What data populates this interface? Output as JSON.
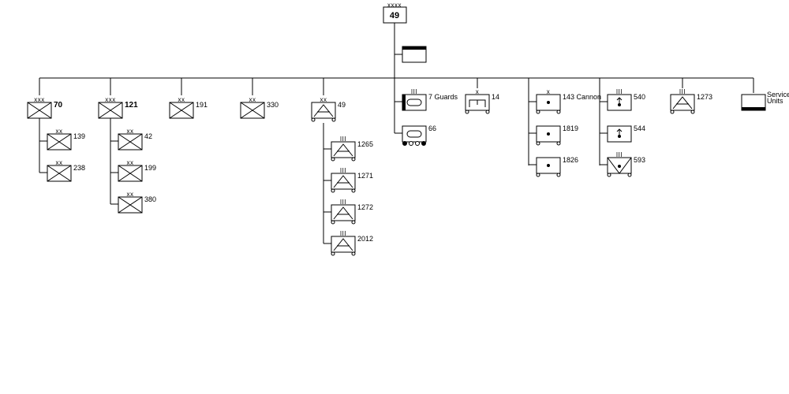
{
  "army": {
    "label": "49",
    "echelon": "xxxx"
  },
  "units": [
    {
      "key": "70",
      "label": "70",
      "echelon": "xxx",
      "symbol": "infantry",
      "bold": true
    },
    {
      "key": "139",
      "label": "139",
      "echelon": "xx",
      "symbol": "infantry"
    },
    {
      "key": "238",
      "label": "238",
      "echelon": "xx",
      "symbol": "infantry"
    },
    {
      "key": "121",
      "label": "121",
      "echelon": "xxx",
      "symbol": "infantry",
      "bold": true
    },
    {
      "key": "42",
      "label": "42",
      "echelon": "xx",
      "symbol": "infantry"
    },
    {
      "key": "199",
      "label": "199",
      "echelon": "xx",
      "symbol": "infantry"
    },
    {
      "key": "380",
      "label": "380",
      "echelon": "xx",
      "symbol": "infantry"
    },
    {
      "key": "191",
      "label": "191",
      "echelon": "xx",
      "symbol": "infantry"
    },
    {
      "key": "330",
      "label": "330",
      "echelon": "xx",
      "symbol": "infantry"
    },
    {
      "key": "49aa",
      "label": "49",
      "echelon": "xx",
      "symbol": "anti-aircraft-motorized"
    },
    {
      "key": "1265",
      "label": "1265",
      "echelon": "III",
      "symbol": "anti-aircraft-motorized"
    },
    {
      "key": "1271",
      "label": "1271",
      "echelon": "III",
      "symbol": "anti-aircraft-motorized"
    },
    {
      "key": "1272",
      "label": "1272",
      "echelon": "III",
      "symbol": "anti-aircraft-motorized"
    },
    {
      "key": "2012",
      "label": "2012",
      "echelon": "III",
      "symbol": "anti-aircraft-motorized"
    },
    {
      "key": "7g",
      "label": "7 Guards",
      "echelon": "III",
      "symbol": "armor-guards"
    },
    {
      "key": "66",
      "label": "66",
      "echelon": "",
      "symbol": "armor-tracked"
    },
    {
      "key": "14",
      "label": "14",
      "echelon": "x",
      "symbol": "engineer-motorized"
    },
    {
      "key": "143",
      "label": "143 Cannon",
      "echelon": "x",
      "symbol": "artillery-motorized"
    },
    {
      "key": "1819",
      "label": "1819",
      "echelon": "",
      "symbol": "artillery-motorized"
    },
    {
      "key": "1826",
      "label": "1826",
      "echelon": "",
      "symbol": "artillery-motorized"
    },
    {
      "key": "540",
      "label": "540",
      "echelon": "III",
      "symbol": "rocket-artillery"
    },
    {
      "key": "544",
      "label": "544",
      "echelon": "",
      "symbol": "rocket-artillery"
    },
    {
      "key": "593",
      "label": "593",
      "echelon": "III",
      "symbol": "antitank-artillery-motorized"
    },
    {
      "key": "1273",
      "label": "1273",
      "echelon": "III",
      "symbol": "anti-aircraft-motorized"
    },
    {
      "key": "svc",
      "label": "Service Units",
      "label_lines": [
        "Service",
        "Units"
      ],
      "echelon": "",
      "symbol": "service"
    }
  ],
  "army_support": {
    "symbol": "headquarters-support"
  }
}
